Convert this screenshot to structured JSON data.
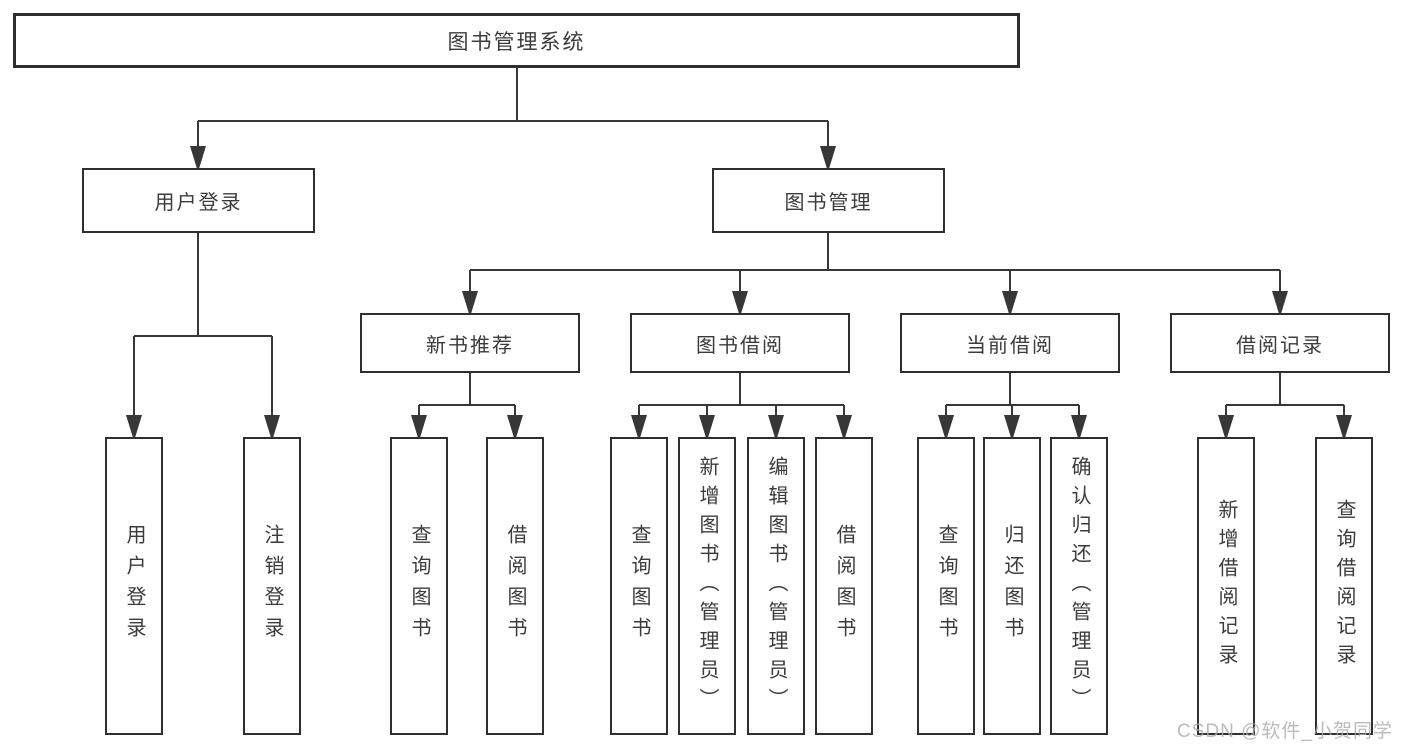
{
  "tree": {
    "root_label": "图书管理系统",
    "children": [
      {
        "label": "用户登录",
        "children": [
          "用户登录",
          "注销登录"
        ]
      },
      {
        "label": "图书管理",
        "children": [
          {
            "label": "新书推荐",
            "children": [
              "查询图书",
              "借阅图书"
            ]
          },
          {
            "label": "图书借阅",
            "children": [
              "查询图书",
              "新增图书（管理员）",
              "编辑图书（管理员）",
              "借阅图书"
            ]
          },
          {
            "label": "当前借阅",
            "children": [
              "查询图书",
              "归还图书",
              "确认归还（管理员）"
            ]
          },
          {
            "label": "借阅记录",
            "children": [
              "新增借阅记录",
              "查询借阅记录"
            ]
          }
        ]
      }
    ]
  },
  "colors": {
    "line": "#373737",
    "box_border": "#2f2f2f",
    "text": "#3b3b3b",
    "background": "#ffffff",
    "watermark": "#b5b5b5"
  },
  "watermark": {
    "text": "CSDN @软件_小贺同学"
  }
}
